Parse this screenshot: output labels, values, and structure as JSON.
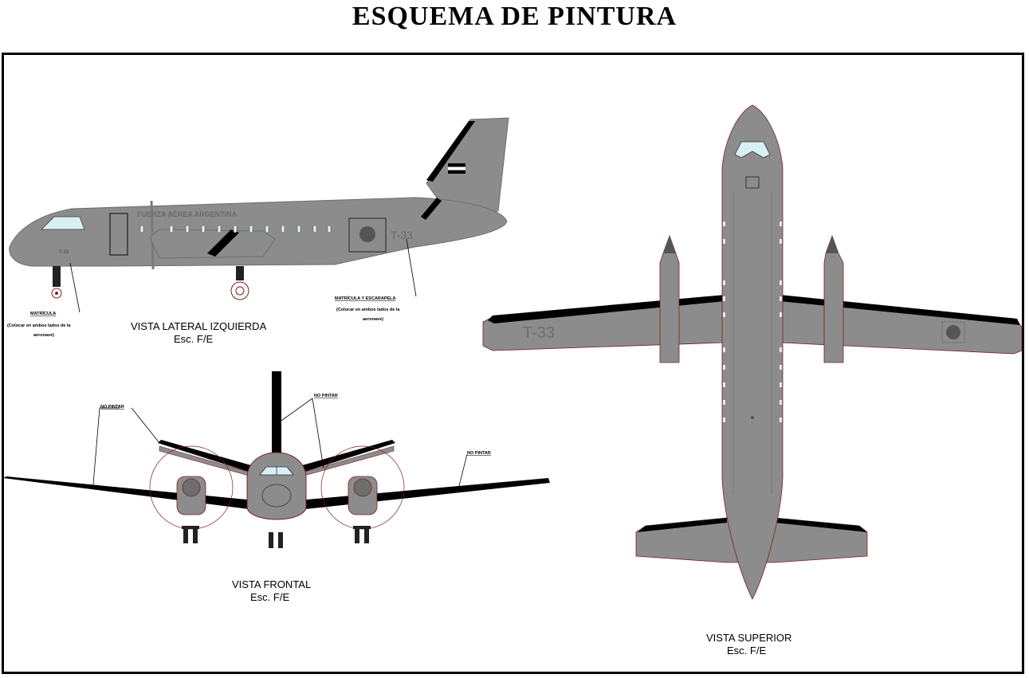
{
  "title": "ESQUEMA DE PINTURA",
  "colors": {
    "aircraft_grey": "#8c8c8c",
    "aircraft_dark": "#6e6e6e",
    "outline_red": "#7a2020",
    "no_paint_black": "#000000",
    "window_blue": "#d8f0f4"
  },
  "views": {
    "side": {
      "label": "VISTA LATERAL IZQUIERDA",
      "scale": "Esc. F/E",
      "fuselage_text": "FUERZA AÉREA ARGENTINA",
      "serial": "T-33",
      "nose_serial": "T-33",
      "callout_matricula": "MATRÍCULA",
      "callout_matricula_note_1": "(Colocar en ambos lados de la",
      "callout_matricula_note_2": "aeronave)",
      "callout_matricula_escarapela": "MATRÍCULA Y ESCARAPELA",
      "callout_me_note_1": "(Colocar en ambos lados de la",
      "callout_me_note_2": "aeronave)"
    },
    "front": {
      "label": "VISTA FRONTAL",
      "scale": "Esc. F/E",
      "callout_no_pintar_left": "NO PINTAR",
      "callout_no_pintar_center": "NO PINTAR",
      "callout_no_pintar_right": "NO PINTAR"
    },
    "top": {
      "label": "VISTA SUPERIOR",
      "scale": "Esc. F/E",
      "wing_serial": "T-33"
    }
  }
}
